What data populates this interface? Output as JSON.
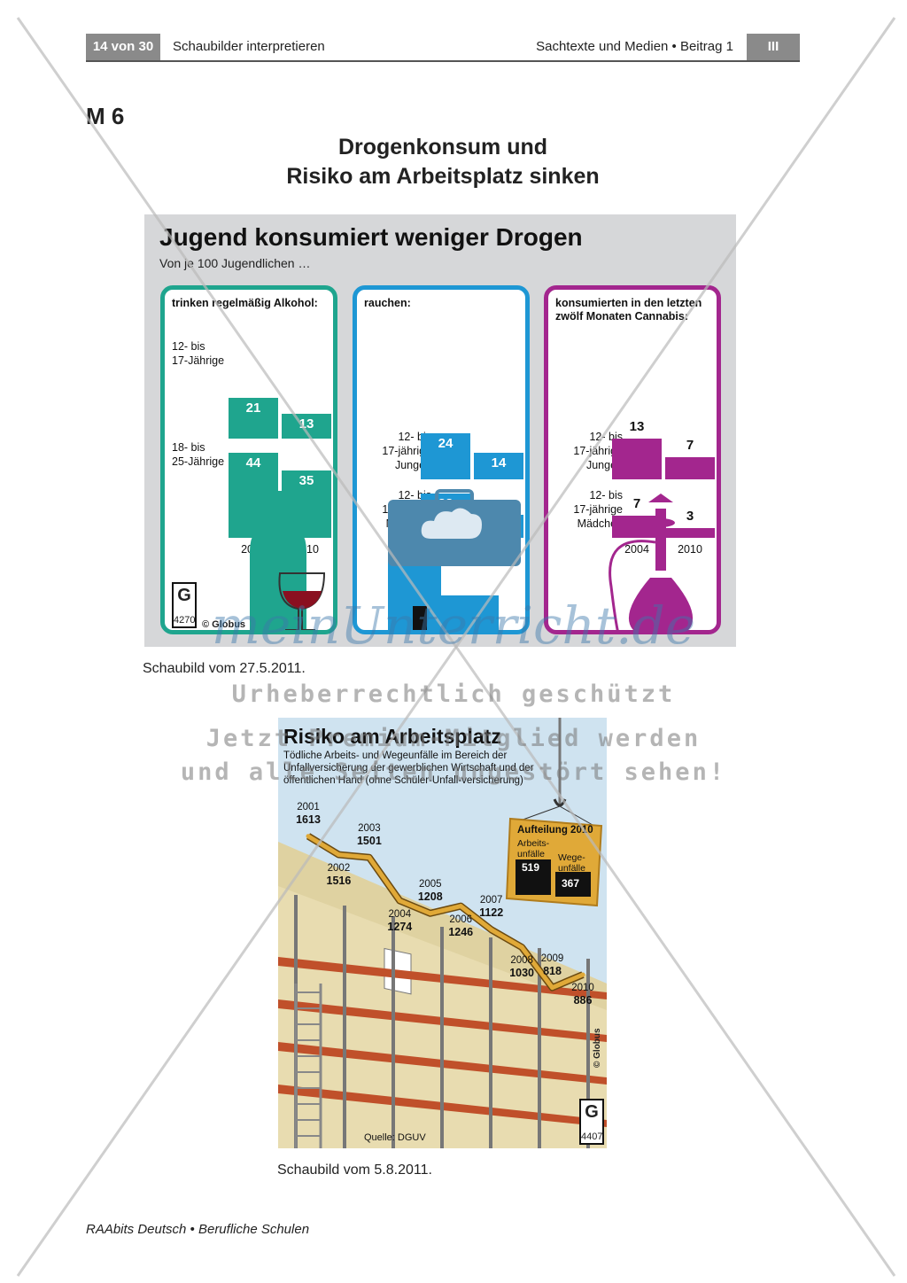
{
  "header": {
    "page_badge": "14 von 30",
    "left_title": "Schaubilder interpretieren",
    "right_title": "Sachtexte und Medien • Beitrag 1",
    "roman": "III"
  },
  "material_label": "M 6",
  "title_line1": "Drogenkonsum und",
  "title_line2": "Risiko am Arbeitsplatz sinken",
  "chart1": {
    "title": "Jugend konsumiert weniger Drogen",
    "subtitle": "Von je 100 Jugendlichen …",
    "years": [
      "2004",
      "2010"
    ],
    "credit": "© Globus",
    "code": "4270",
    "panels": [
      {
        "title": "trinken regelmäßig Alkohol:",
        "color": "#1fa58e",
        "rows": [
          {
            "label": "12- bis\n17-Jährige",
            "values": [
              21,
              13
            ]
          },
          {
            "label": "18- bis\n25-Jährige",
            "values": [
              44,
              35
            ]
          }
        ]
      },
      {
        "title": "rauchen:",
        "color": "#1e97d4",
        "rows": [
          {
            "label": "12- bis\n17-jährige\nJungen",
            "values": [
              24,
              14
            ]
          },
          {
            "label": "12- bis\n17-jährige\nMädchen",
            "values": [
              23,
              12
            ]
          }
        ]
      },
      {
        "title": "konsumierten in den letzten\nzwölf Monaten Cannabis:",
        "color": "#a3268e",
        "rows": [
          {
            "label": "12- bis\n17-jährige\nJungen",
            "values": [
              13,
              7
            ]
          },
          {
            "label": "12- bis\n17-jährige\nMädchen",
            "values": [
              7,
              3
            ]
          }
        ]
      }
    ]
  },
  "caption1": "Schaubild vom 27.5.2011.",
  "chart2": {
    "title": "Risiko am Arbeitsplatz",
    "subtitle": "Tödliche Arbeits- und Wegeunfälle im Bereich der Unfallversicherung der gewerblichen Wirtschaft und der öffentlichen Hand (ohne Schüler-Unfall-versicherung)",
    "split_title": "Aufteilung 2010",
    "split": [
      {
        "label": "Arbeits-\nunfälle",
        "value": "519"
      },
      {
        "label": "Wege-\nunfälle",
        "value": "367"
      }
    ],
    "source": "Quelle: DGUV",
    "credit": "© Globus",
    "code": "4407"
  },
  "chart_data": {
    "type": "line",
    "title": "Risiko am Arbeitsplatz",
    "x": [
      "2001",
      "2002",
      "2003",
      "2004",
      "2005",
      "2006",
      "2007",
      "2008",
      "2009",
      "2010"
    ],
    "series": [
      {
        "values": [
          1613,
          1516,
          1501,
          1274,
          1208,
          1246,
          1122,
          1030,
          818,
          886
        ]
      }
    ],
    "value_labels": [
      "1613",
      "1516",
      "1501",
      "1274",
      "1208",
      "1246",
      "1122",
      "1030",
      "818",
      "886"
    ]
  },
  "caption2": "Schaubild vom 5.8.2011.",
  "footer": "RAAbits Deutsch • Berufliche Schulen",
  "watermark": {
    "brand": "meinUnterricht.de",
    "line1": "Urheberrechtlich geschützt",
    "line2": "Jetzt Premium-Mitglied werden",
    "line3": "und alle Seiten ungestört sehen!"
  }
}
